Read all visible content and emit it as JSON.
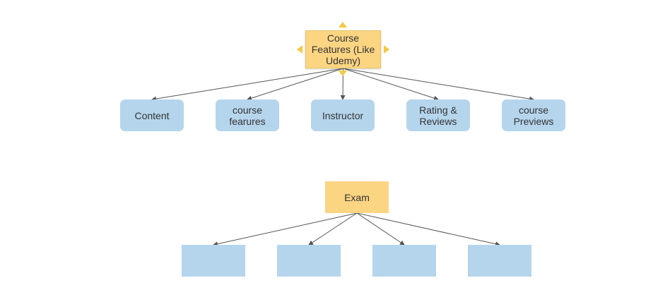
{
  "colors": {
    "root_fill": "#fcd583",
    "child_fill": "#b5d5ec",
    "connector": "#555555",
    "handle": "#f5c842"
  },
  "diagrams": [
    {
      "root": {
        "label": "Course\nFeatures (Like\nUdemy)"
      },
      "children": [
        {
          "label": "Content"
        },
        {
          "label": "course\nfearures"
        },
        {
          "label": "Instructor"
        },
        {
          "label": "Rating &\nReviews"
        },
        {
          "label": "course\nPreviews"
        }
      ]
    },
    {
      "root": {
        "label": "Exam"
      },
      "children": [
        {
          "label": ""
        },
        {
          "label": ""
        },
        {
          "label": ""
        },
        {
          "label": ""
        }
      ]
    }
  ]
}
